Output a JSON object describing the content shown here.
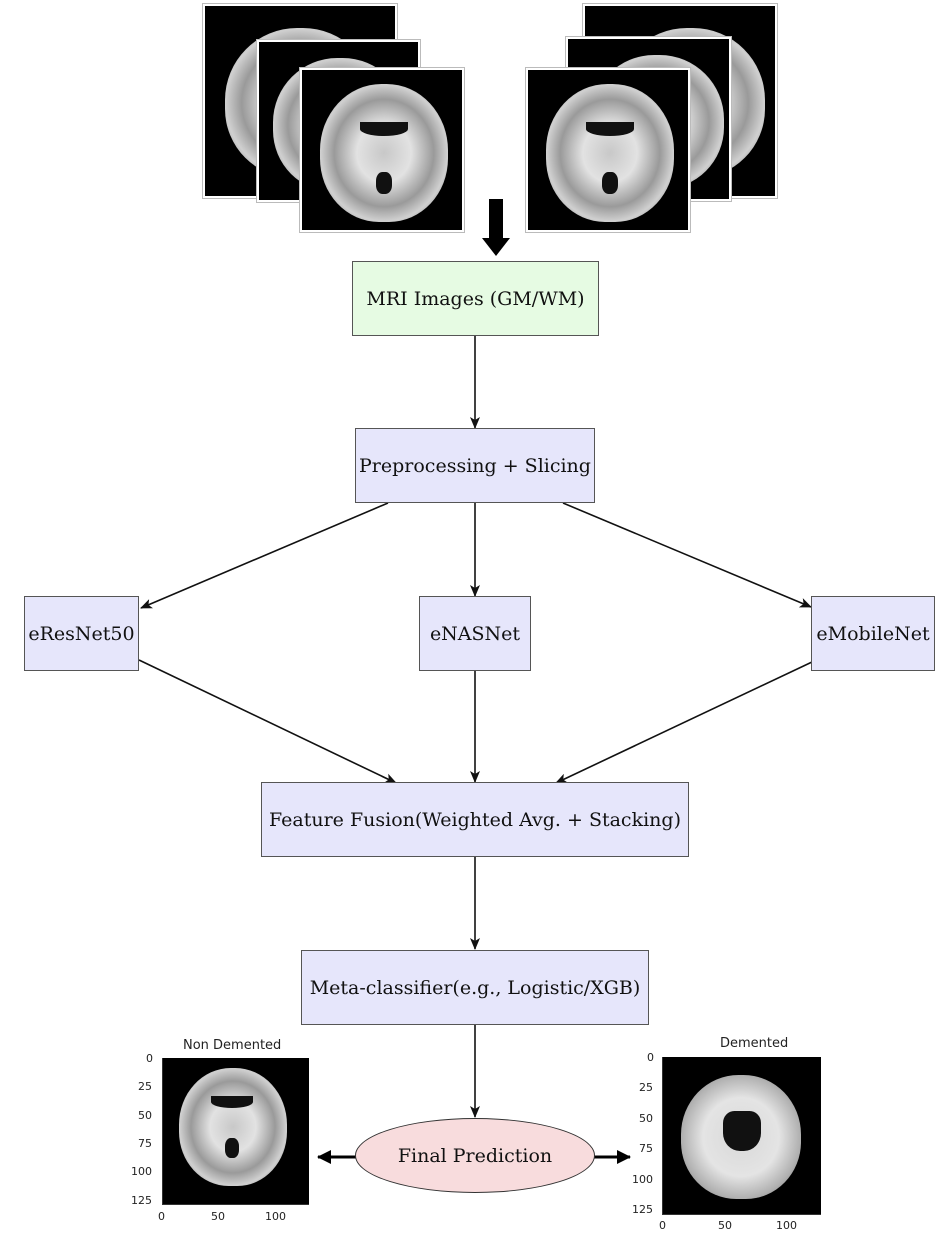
{
  "diagram": {
    "title": "MRI ensemble classification pipeline",
    "nodes": [
      {
        "id": "mri",
        "label": "MRI Images (GM/WM)",
        "color": "#e6fbe3"
      },
      {
        "id": "prep",
        "label": "Preprocessing + Slicing",
        "color": "#e6e6fb"
      },
      {
        "id": "resnet",
        "label": "eResNet50",
        "color": "#e6e6fb"
      },
      {
        "id": "nasnet",
        "label": "eNASNet",
        "color": "#e6e6fb"
      },
      {
        "id": "mobilenet",
        "label": "eMobileNet",
        "color": "#e6e6fb"
      },
      {
        "id": "fusion",
        "label": "Feature Fusion(Weighted Avg. + Stacking)",
        "color": "#e6e6fb"
      },
      {
        "id": "meta",
        "label": "Meta-classifier(e.g., Logistic/XGB)",
        "color": "#e6e6fb"
      },
      {
        "id": "final",
        "label": "Final Prediction",
        "color": "#f8dcdd",
        "shape": "ellipse"
      }
    ],
    "edges": [
      {
        "from": "input-stacks",
        "to": "mri"
      },
      {
        "from": "mri",
        "to": "prep"
      },
      {
        "from": "prep",
        "to": "resnet"
      },
      {
        "from": "prep",
        "to": "nasnet"
      },
      {
        "from": "prep",
        "to": "mobilenet"
      },
      {
        "from": "resnet",
        "to": "fusion"
      },
      {
        "from": "nasnet",
        "to": "fusion"
      },
      {
        "from": "mobilenet",
        "to": "fusion"
      },
      {
        "from": "fusion",
        "to": "meta"
      },
      {
        "from": "meta",
        "to": "final"
      },
      {
        "from": "final",
        "to": "output-non-demented"
      },
      {
        "from": "final",
        "to": "output-demented"
      }
    ]
  },
  "inputs": {
    "left_stack_count": 3,
    "right_stack_count": 3,
    "description": "Stacked axial brain MRI slices"
  },
  "outputs": {
    "left": {
      "title": "Non Demented",
      "y_ticks": [
        "0",
        "25",
        "50",
        "75",
        "100",
        "125"
      ],
      "x_ticks": [
        "0",
        "50",
        "100"
      ]
    },
    "right": {
      "title": "Demented",
      "y_ticks": [
        "0",
        "25",
        "50",
        "75",
        "100",
        "125"
      ],
      "x_ticks": [
        "0",
        "50",
        "100"
      ]
    }
  },
  "colors": {
    "input_node": "#e6fbe3",
    "process_node": "#e6e6fb",
    "output_node": "#f8dcdd",
    "edge": "#111111"
  }
}
